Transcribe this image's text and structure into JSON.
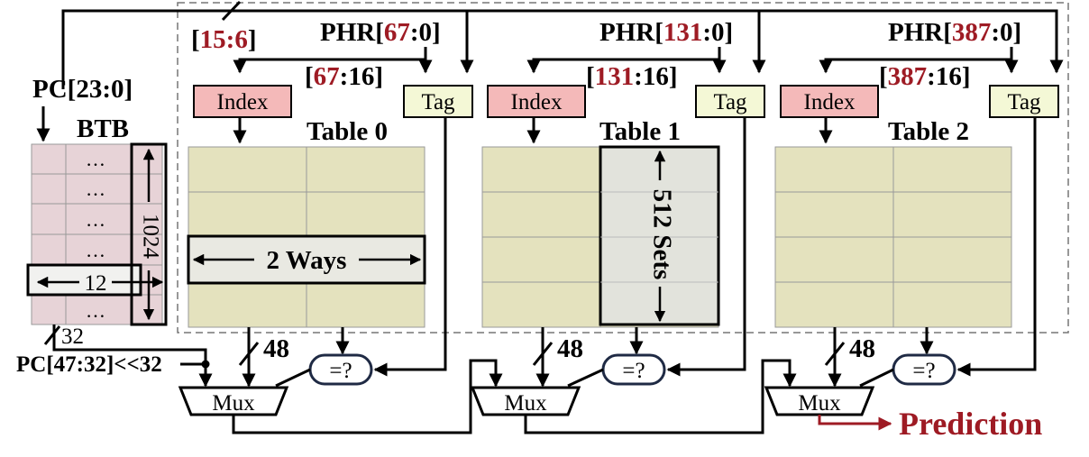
{
  "colors": {
    "accent": "#9e1b24",
    "cell_fill": "#e4e2be",
    "btb_fill": "#e7d3d7",
    "index_fill": "#f4b9b9",
    "tag_fill": "#f4f8d6",
    "set_highlight": "#e2e3dc"
  },
  "labels": {
    "pc_in": "PC[23:0]",
    "btb": "BTB",
    "btb_rows": "1024",
    "btb_width": "12",
    "pc_high": "PC[47:32]<<32",
    "bus32": "32",
    "pc_slice_red": "15:6",
    "ways": "2 Ways",
    "sets": "512 Sets",
    "prediction": "Prediction",
    "dots": "…",
    "bracket_l": "[",
    "bracket_r": "]",
    "tag_slice_tail": ":16]"
  },
  "tables": [
    {
      "title": "Table 0",
      "phr_prefix": "PHR[",
      "phr_red": "67",
      "phr_suffix": ":0]",
      "tag_slice_red": "67",
      "index_label": "Index",
      "tag_label": "Tag",
      "bus_width": "48",
      "cmp_label": "=?",
      "mux_label": "Mux"
    },
    {
      "title": "Table 1",
      "phr_prefix": "PHR[",
      "phr_red": "131",
      "phr_suffix": ":0]",
      "tag_slice_red": "131",
      "index_label": "Index",
      "tag_label": "Tag",
      "bus_width": "48",
      "cmp_label": "=?",
      "mux_label": "Mux"
    },
    {
      "title": "Table 2",
      "phr_prefix": "PHR[",
      "phr_red": "387",
      "phr_suffix": ":0]",
      "tag_slice_red": "387",
      "index_label": "Index",
      "tag_label": "Tag",
      "bus_width": "48",
      "cmp_label": "=?",
      "mux_label": "Mux"
    }
  ]
}
